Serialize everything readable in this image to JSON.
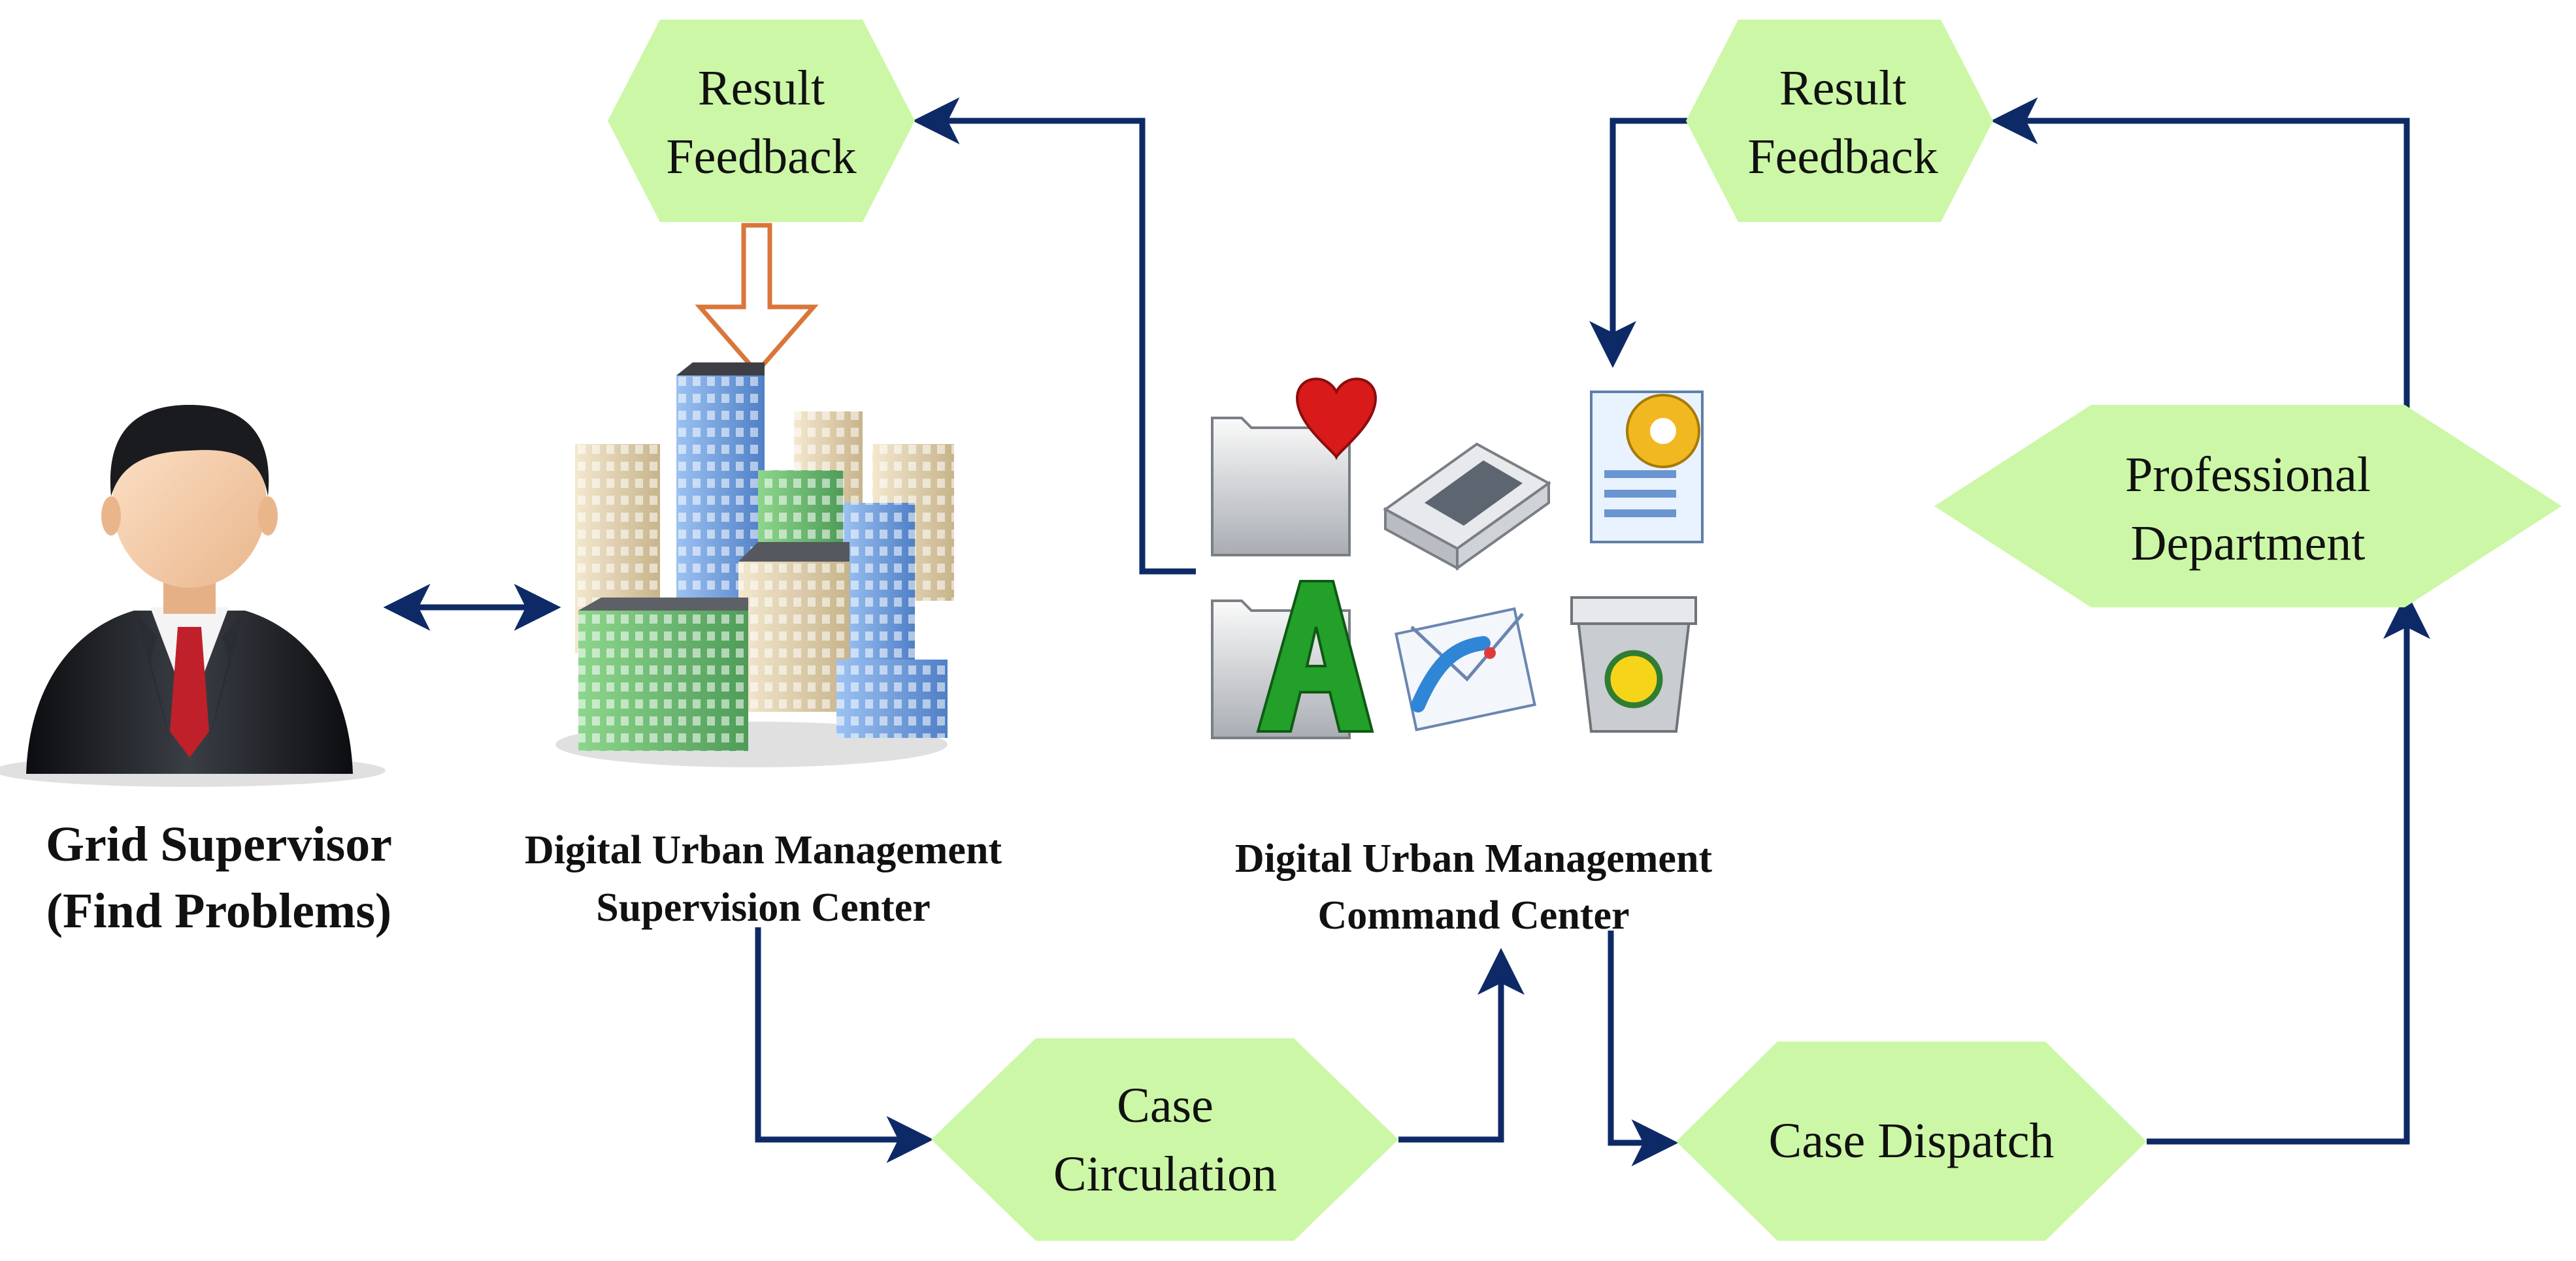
{
  "nodes": {
    "result_feedback_left": {
      "lines": [
        "Result",
        "Feedback"
      ]
    },
    "result_feedback_right": {
      "lines": [
        "Result",
        "Feedback"
      ]
    },
    "professional_department": {
      "lines": [
        "Professional",
        "Department"
      ]
    },
    "case_circulation": {
      "lines": [
        "Case",
        "Circulation"
      ]
    },
    "case_dispatch": {
      "lines": [
        "Case Dispatch"
      ]
    }
  },
  "labels": {
    "grid_supervisor": [
      "Grid Supervisor",
      "(Find Problems)"
    ],
    "supervision_center": [
      "Digital Urban Management",
      "Supervision Center"
    ],
    "command_center": [
      "Digital Urban Management",
      "Command Center"
    ]
  },
  "colors": {
    "hexagon_fill": "#ccf7a6",
    "arrow": "#0e2a66",
    "hollow_arrow": "#d9763a",
    "suit": "#1f2226",
    "tie": "#c0202a",
    "building_blue": "#6fa0e0",
    "building_beige": "#e8d9b6",
    "building_green": "#6fc073"
  },
  "icons": [
    "folder-heart-icon",
    "scanner-icon",
    "settings-document-icon",
    "font-folder-icon",
    "mail-icon",
    "recycle-bin-icon"
  ]
}
